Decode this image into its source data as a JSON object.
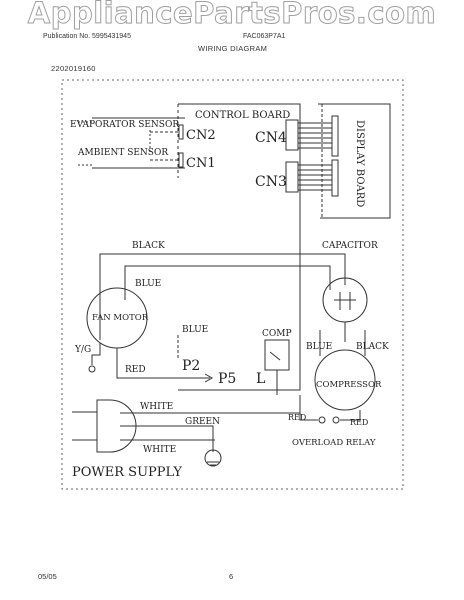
{
  "watermark": "AppliancePartsPros.com",
  "header": {
    "left": "Publication No. 5995431945",
    "mid": "FAC063P7A1",
    "title": "WIRING DIAGRAM"
  },
  "part_number": "2202019160",
  "labels": {
    "control_board": "CONTROL BOARD",
    "evaporator_sensor": "EVAPORATOR SENSOR",
    "ambient_sensor": "AMBIENT SENSOR",
    "cn1": "CN1",
    "cn2": "CN2",
    "cn3": "CN3",
    "cn4": "CN4",
    "display_board": "DISPLAY BOARD",
    "black_top": "BLACK",
    "capacitor": "CAPACITOR",
    "blue_top": "BLUE",
    "fan_motor": "FAN MOTOR",
    "yg": "Y/G",
    "blue_mid": "BLUE",
    "red_left": "RED",
    "p2": "P2",
    "p5": "P5",
    "l": "L",
    "comp": "COMP",
    "blue_right": "BLUE",
    "black_right": "BLACK",
    "compressor": "COMPRESSOR",
    "red_low_left": "RED",
    "red_low_right": "RED",
    "overload_relay": "OVERLOAD RELAY",
    "white_top": "WHITE",
    "green": "GREEN",
    "white_bottom": "WHITE",
    "power_supply": "POWER SUPPLY"
  },
  "footer": {
    "date": "05/05",
    "page": "6"
  }
}
